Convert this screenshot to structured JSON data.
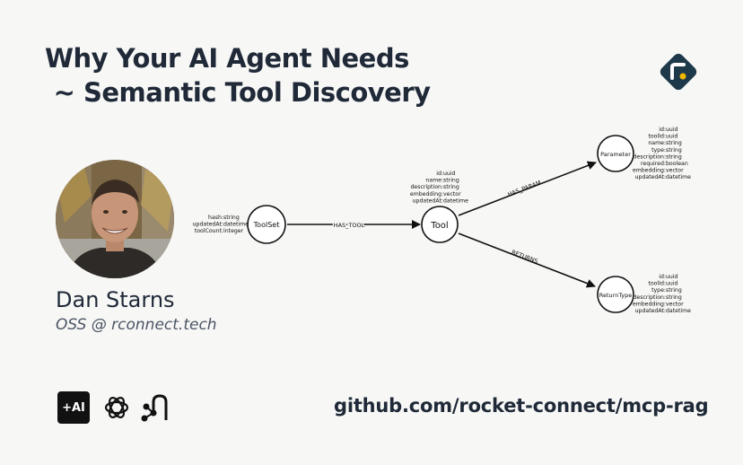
{
  "title": {
    "line1": "Why Your AI Agent Needs",
    "line2": " ~ Semantic Tool Discovery"
  },
  "speaker": {
    "name": "Dan Starns",
    "affiliation": "OSS @ rconnect.tech"
  },
  "repo_link": "github.com/rocket-connect/mcp-rag",
  "icons": {
    "top_logo": "rocket-connect-logo-icon",
    "bottom": [
      "ai-badge-icon",
      "openai-icon",
      "neo4j-icon"
    ],
    "ai_badge_text": "+AI"
  },
  "diagram": {
    "nodes": {
      "toolset": {
        "label": "ToolSet",
        "props": [
          "hash: string",
          "updatedAt: datetime",
          "toolCount: integer"
        ]
      },
      "tool": {
        "label": "Tool",
        "props": [
          "id: uuid",
          "name: string",
          "description: string",
          "embedding: vector",
          "updatedAt: datetime"
        ]
      },
      "parameter": {
        "label": "Parameter",
        "props": [
          "id: uuid",
          "toolId: uuid",
          "name: string",
          "type: string",
          "description: string",
          "required: boolean",
          "embedding: vector",
          "updatedAt: datetime"
        ]
      },
      "returntype": {
        "label": "ReturnType",
        "props": [
          "id: uuid",
          "toolId: uuid",
          "type: string",
          "description: string",
          "embedding: vector",
          "updatedAt: datetime"
        ]
      }
    },
    "edges": {
      "has_tool": "HAS_TOOL",
      "has_param": "HAS_PARAM",
      "returns": "RETURNS"
    }
  },
  "colors": {
    "background": "#f7f7f6",
    "text": "#1f2937",
    "logo_bg": "#1e3a4a",
    "logo_accent": "#f2b705"
  }
}
